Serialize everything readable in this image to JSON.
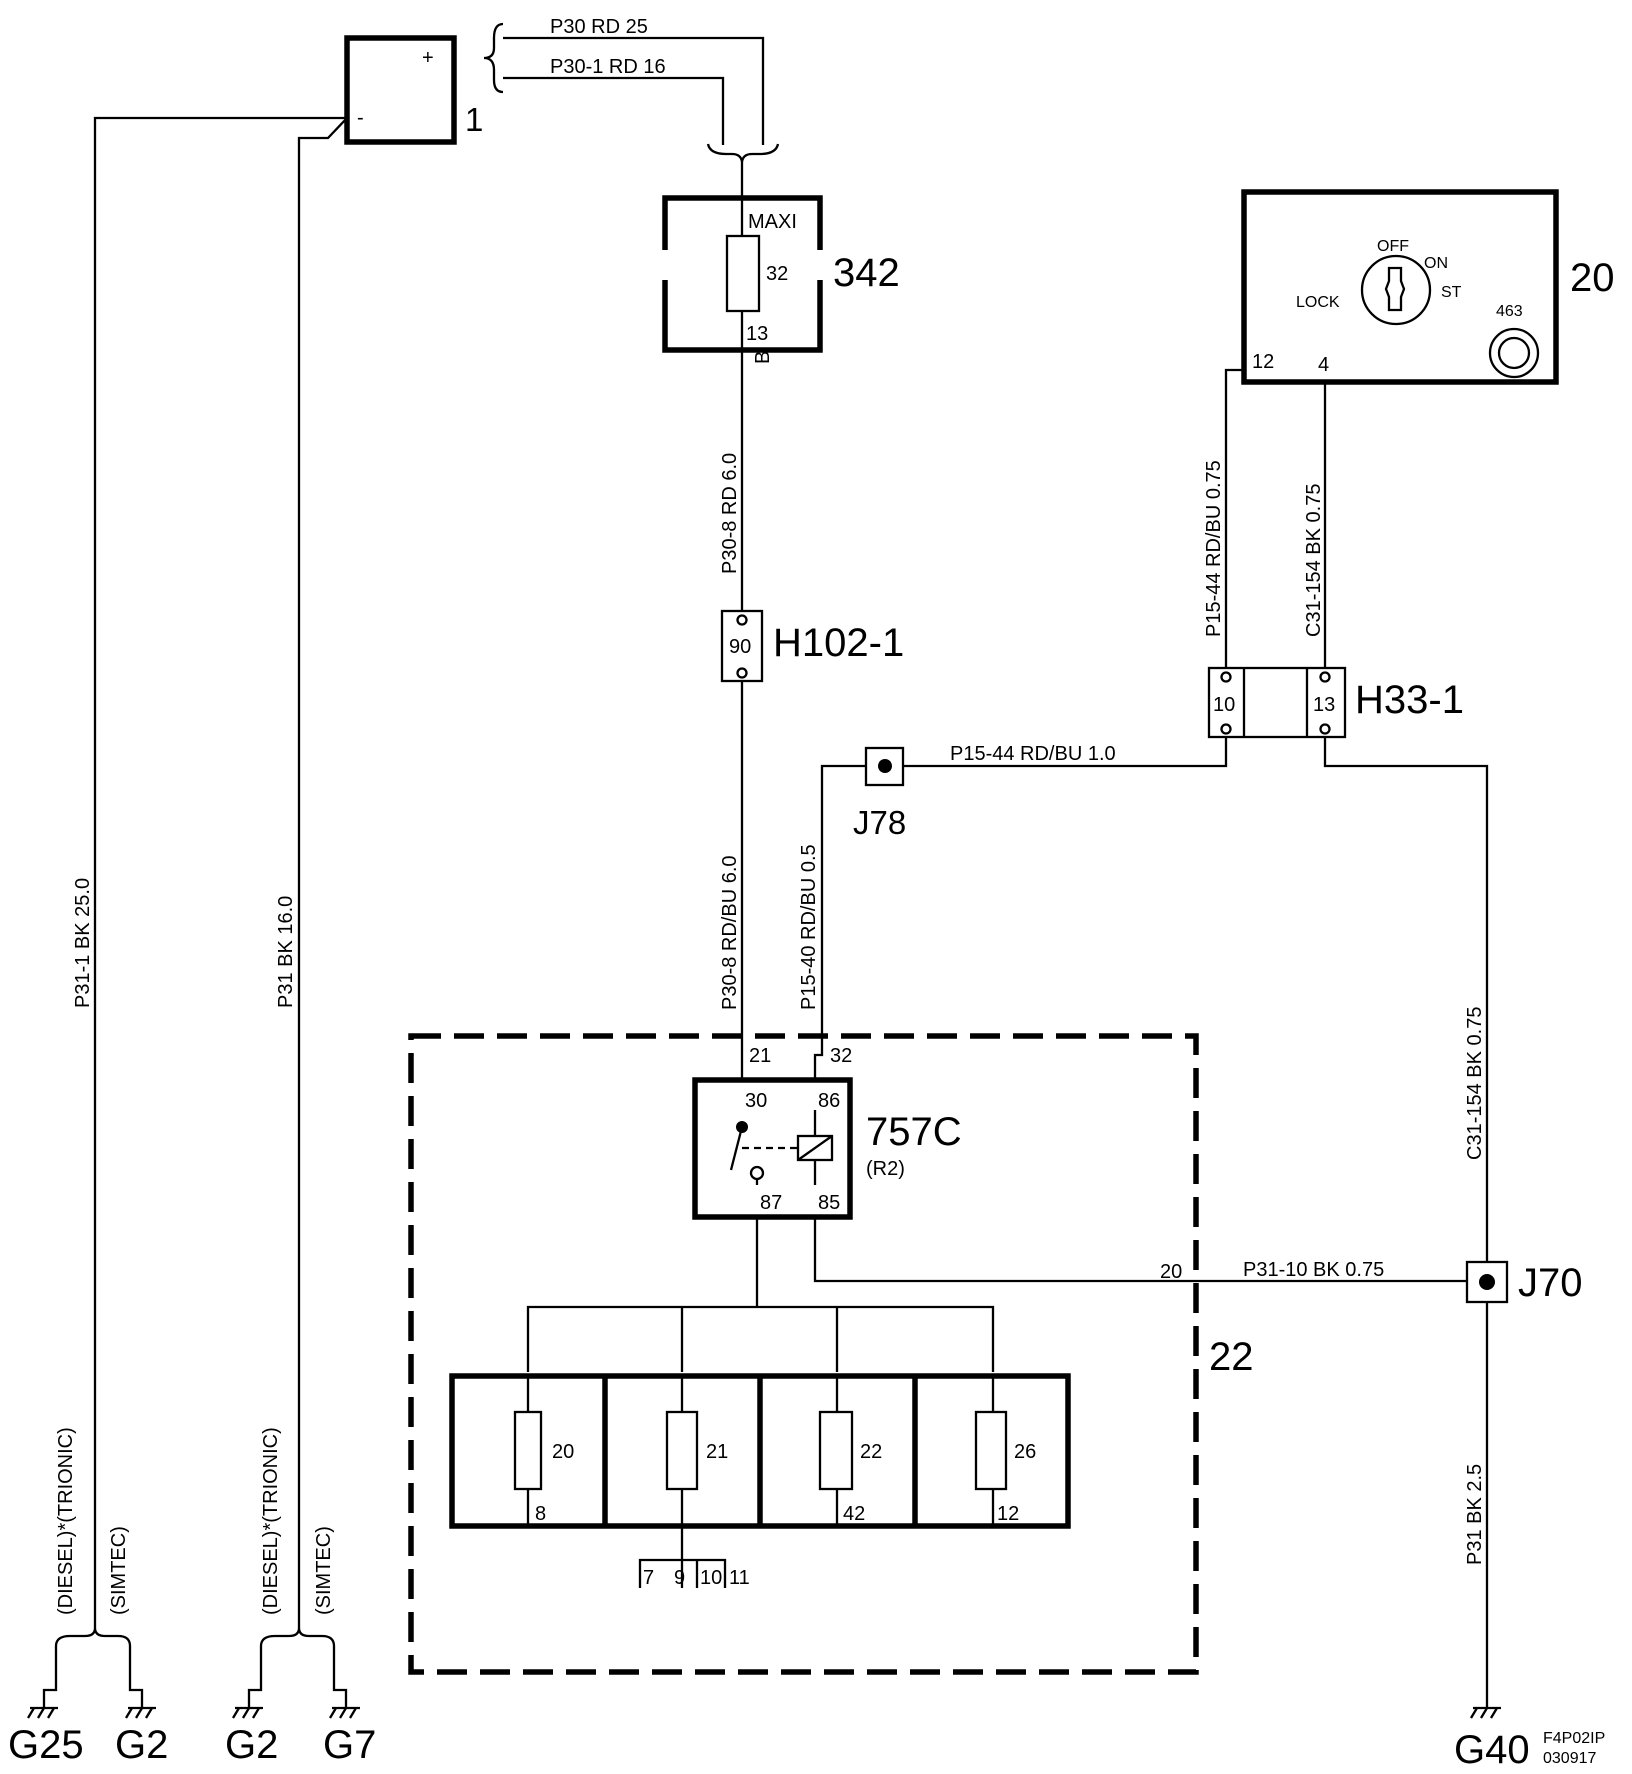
{
  "battery": {
    "ref": "1",
    "plus": "+",
    "minus": "-"
  },
  "fuse_maxi": {
    "ref": "342",
    "type": "MAXI",
    "fuse": "32",
    "pin": "13",
    "connector": "B"
  },
  "ignition_switch": {
    "ref": "20",
    "pos_off": "OFF",
    "pos_on": "ON",
    "pos_lock": "LOCK",
    "pos_st": "ST",
    "part": "463",
    "pin_12": "12",
    "pin_4": "4"
  },
  "connector_h102": {
    "ref": "H102-1",
    "pin": "90"
  },
  "connector_h33": {
    "ref": "H33-1",
    "pin_a": "10",
    "pin_b": "13"
  },
  "splice_j78": {
    "ref": "J78"
  },
  "splice_j70": {
    "ref": "J70"
  },
  "relay": {
    "ref": "757C",
    "sub": "(R2)",
    "pin_30": "30",
    "pin_86": "86",
    "pin_87": "87",
    "pin_85": "85"
  },
  "fuse_box": {
    "ref": "22",
    "pin_in_21": "21",
    "pin_in_32": "32",
    "pin_out_20": "20",
    "fuses": [
      {
        "num": "20",
        "out": "8"
      },
      {
        "num": "21",
        "out": ""
      },
      {
        "num": "22",
        "out": "42"
      },
      {
        "num": "26",
        "out": "12"
      }
    ],
    "bottom_pins": [
      "7",
      "9",
      "10",
      "11"
    ]
  },
  "wires": {
    "p30_main": "P30  RD  25",
    "p30_1": "P30-1  RD  16",
    "p30_8_top": "P30-8  RD  6.0",
    "p30_8_bottom": "P30-8  RD/BU  6.0",
    "p15_40": "P15-40  RD/BU  0.5",
    "p15_44_vert": "P15-44 RD/BU 0.75",
    "c31_154_vert": "C31-154 BK 0.75",
    "p15_44_horiz": "P15-44 RD/BU 1.0",
    "c31_154_right": "C31-154  BK  0.75",
    "p31_10": "P31-10  BK  0.75",
    "p31_right": "P31  BK  2.5",
    "p31_1": "P31-1  BK  25.0",
    "p31": "P31  BK  16.0"
  },
  "grounds": {
    "left1": "G25",
    "left2": "G2",
    "mid1": "G2",
    "mid2": "G7",
    "right": "G40",
    "diesel_trionic": "(DIESEL)*(TRIONIC)",
    "simtec": "(SIMTEC)"
  },
  "figure_code": {
    "line1": "F4P02IP",
    "line2": "030917"
  }
}
